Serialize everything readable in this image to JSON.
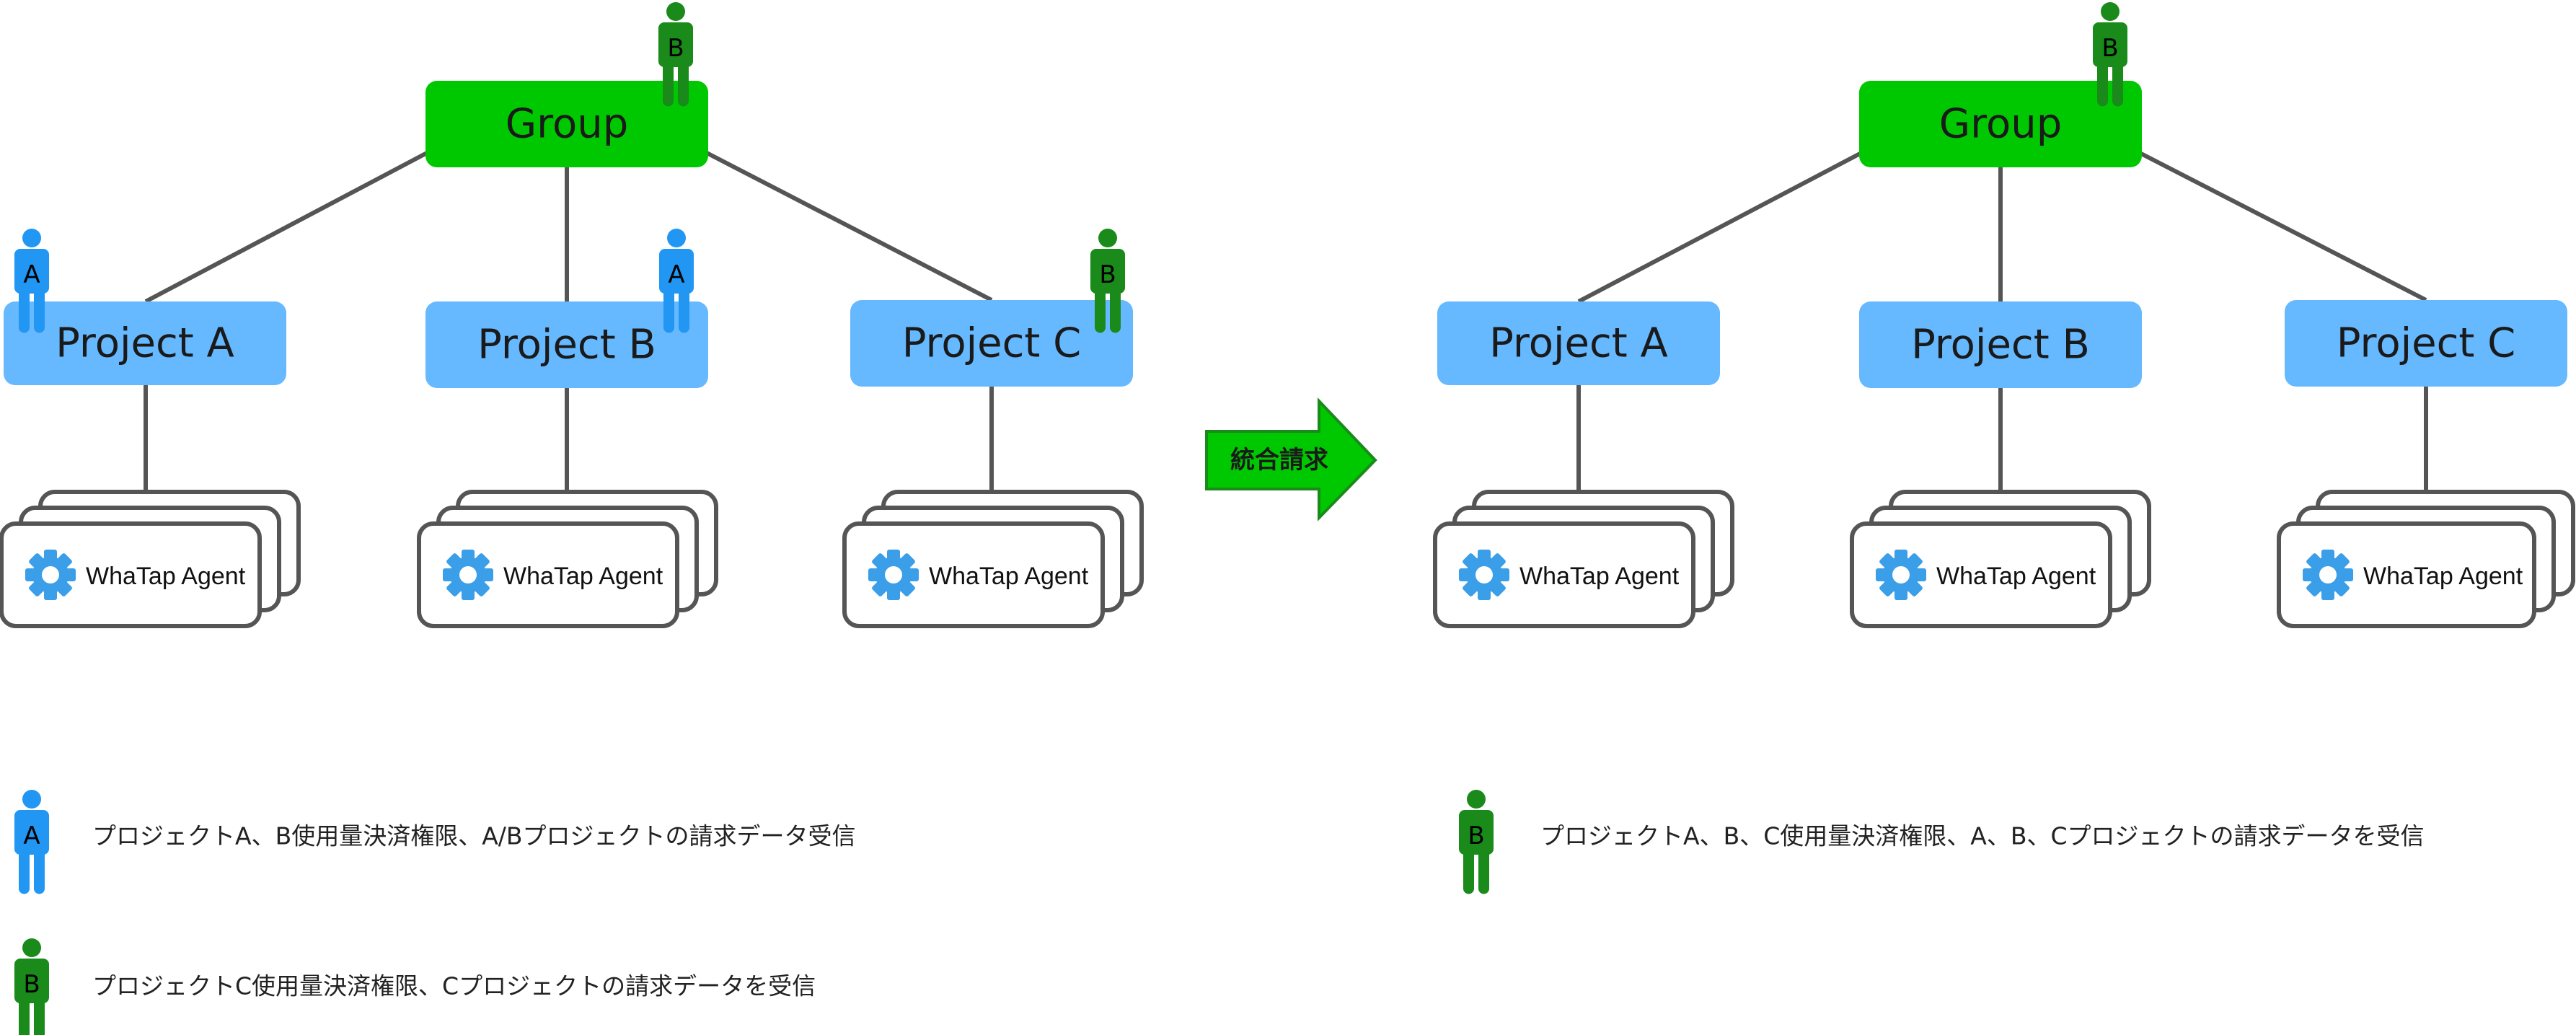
{
  "colors": {
    "group_fill": "#00c800",
    "project_fill": "#66b8ff",
    "connector": "#555555",
    "agent_border": "#555555",
    "gear": "#3a9ee8",
    "person_a": "#2196f3",
    "person_b": "#1a8a1a",
    "arrow_fill": "#00c800",
    "arrow_stroke": "#1a8a1a"
  },
  "left": {
    "group": {
      "label": "Group",
      "badge": "B"
    },
    "projects": [
      {
        "label": "Project A",
        "badge": "A",
        "badge_type": "person_a",
        "agent": "WhaTap Agent"
      },
      {
        "label": "Project B",
        "badge": "A",
        "badge_type": "person_a",
        "agent": "WhaTap Agent"
      },
      {
        "label": "Project C",
        "badge": "B",
        "badge_type": "person_b",
        "agent": "WhaTap Agent"
      }
    ]
  },
  "arrow": {
    "label": "統合請求"
  },
  "right": {
    "group": {
      "label": "Group",
      "badge": "B"
    },
    "projects": [
      {
        "label": "Project A",
        "agent": "WhaTap Agent"
      },
      {
        "label": "Project B",
        "agent": "WhaTap Agent"
      },
      {
        "label": "Project C",
        "agent": "WhaTap Agent"
      }
    ]
  },
  "legend": {
    "a": {
      "badge": "A",
      "text": "プロジェクトA、B使用量決済権限、A/Bプロジェクトの請求データ受信"
    },
    "b_left": {
      "badge": "B",
      "text": "プロジェクトC使用量決済権限、Cプロジェクトの請求データを受信"
    },
    "b_right": {
      "badge": "B",
      "text": "プロジェクトA、B、C使用量決済権限、A、B、Cプロジェクトの請求データを受信"
    }
  }
}
